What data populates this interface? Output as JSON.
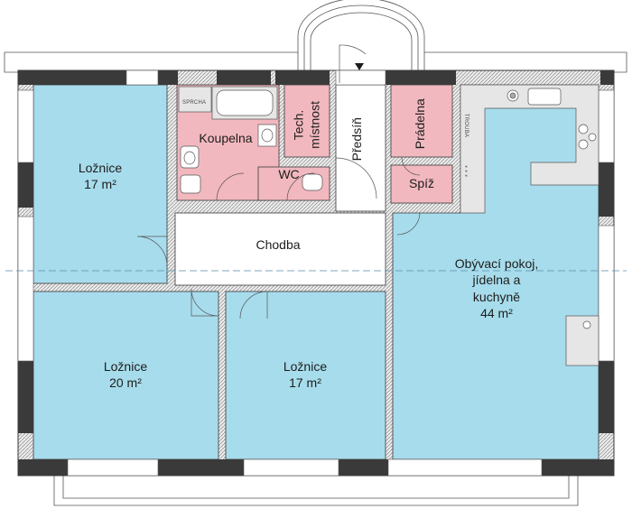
{
  "rooms": {
    "loznice_1": {
      "name": "Ložnice",
      "area": "17 m²"
    },
    "loznice_2": {
      "name": "Ložnice",
      "area": "20 m²"
    },
    "loznice_3": {
      "name": "Ložnice",
      "area": "17 m²"
    },
    "koupelna": {
      "name": "Koupelna"
    },
    "tech": {
      "line1": "Tech.",
      "line2": "místnost"
    },
    "wc": {
      "name": "WC"
    },
    "predsin": {
      "name": "Předsíň"
    },
    "pradelna": {
      "name": "Prádelna"
    },
    "spiz": {
      "name": "Spíž"
    },
    "chodba": {
      "name": "Chodba"
    },
    "obyvaci": {
      "line1": "Obývací pokoj,",
      "line2": "jídelna a",
      "line3": "kuchyně",
      "area": "44 m²"
    }
  },
  "fixtures": {
    "sprcha": "SPRCHA",
    "trouba": "TROUBA",
    "burners": "* * *"
  },
  "colors": {
    "bedroom_fill": "#a7dcec",
    "wet_fill": "#f2b8bf",
    "corridor_fill": "#ffffff",
    "wall_fill": "#e3e3e3",
    "wall_stroke": "#3a3a3a",
    "text": "#1d1d1b"
  }
}
